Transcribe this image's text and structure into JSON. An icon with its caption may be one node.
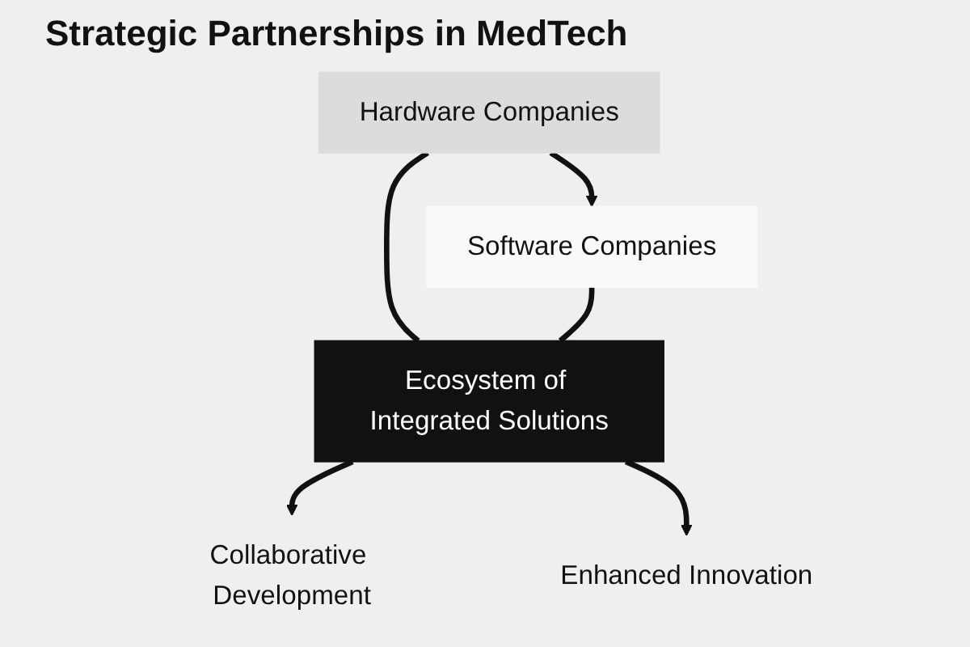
{
  "diagram": {
    "title": "Strategic Partnerships in MedTech",
    "nodes": [
      {
        "text": [
          "Hardware Companies"
        ]
      },
      {
        "text": [
          "Software Companies"
        ]
      },
      {
        "text": [
          "Ecosystem of Integrated Solutions"
        ]
      },
      {
        "text": [
          "Collaborative Development"
        ]
      },
      {
        "text": [
          "Enhanced Innovation"
        ]
      }
    ],
    "edges": [
      {
        "from": 0,
        "to": 1,
        "arrow": "to"
      },
      {
        "from": 0,
        "to": 2,
        "arrow": "none"
      },
      {
        "from": 1,
        "to": 2,
        "arrow": "none"
      },
      {
        "from": 2,
        "to": 3,
        "arrow": "to"
      },
      {
        "from": 2,
        "to": 4,
        "arrow": "to"
      }
    ]
  }
}
